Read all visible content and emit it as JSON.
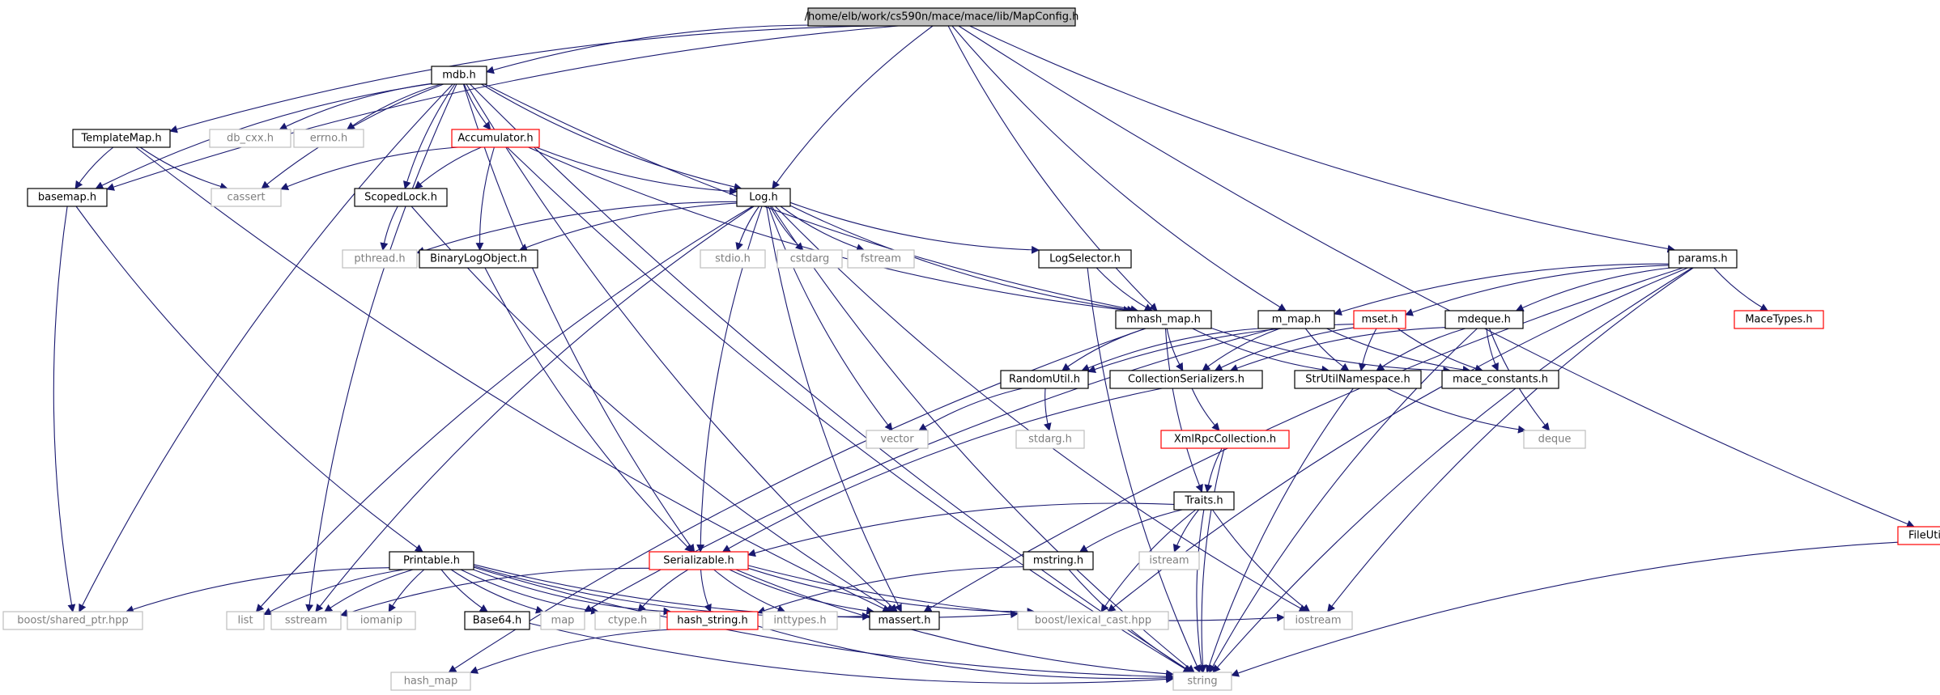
{
  "colors": {
    "edge": "#191970",
    "border_default": "#000000",
    "border_external": "#bfbfbf",
    "border_incomplete": "#ff0000",
    "root_fill": "#bfbfbf",
    "text_default": "#000000",
    "text_external": "#7f7f7f"
  },
  "nodes": [
    {
      "id": "mapconfig",
      "label": "/home/elb/work/cs590n/mace/mace/lib/MapConfig.h",
      "kind": "root"
    },
    {
      "id": "mdb",
      "label": "mdb.h",
      "kind": "normal"
    },
    {
      "id": "templatemap",
      "label": "TemplateMap.h",
      "kind": "normal"
    },
    {
      "id": "dbcxx",
      "label": "db_cxx.h",
      "kind": "external"
    },
    {
      "id": "errno",
      "label": "errno.h",
      "kind": "external"
    },
    {
      "id": "accumulator",
      "label": "Accumulator.h",
      "kind": "incomplete"
    },
    {
      "id": "basemap",
      "label": "basemap.h",
      "kind": "normal"
    },
    {
      "id": "cassert",
      "label": "cassert",
      "kind": "external"
    },
    {
      "id": "scopedlock",
      "label": "ScopedLock.h",
      "kind": "normal"
    },
    {
      "id": "logh",
      "label": "Log.h",
      "kind": "normal"
    },
    {
      "id": "pthread",
      "label": "pthread.h",
      "kind": "external"
    },
    {
      "id": "binarylog",
      "label": "BinaryLogObject.h",
      "kind": "normal"
    },
    {
      "id": "stdio",
      "label": "stdio.h",
      "kind": "external"
    },
    {
      "id": "cstdarg",
      "label": "cstdarg",
      "kind": "external"
    },
    {
      "id": "fstream",
      "label": "fstream",
      "kind": "external"
    },
    {
      "id": "logselector",
      "label": "LogSelector.h",
      "kind": "normal"
    },
    {
      "id": "params",
      "label": "params.h",
      "kind": "normal"
    },
    {
      "id": "macetypes",
      "label": "MaceTypes.h",
      "kind": "incomplete"
    },
    {
      "id": "mhashmap",
      "label": "mhash_map.h",
      "kind": "normal"
    },
    {
      "id": "mmap",
      "label": "m_map.h",
      "kind": "normal"
    },
    {
      "id": "mset",
      "label": "mset.h",
      "kind": "incomplete"
    },
    {
      "id": "mdeque",
      "label": "mdeque.h",
      "kind": "normal"
    },
    {
      "id": "randomutil",
      "label": "RandomUtil.h",
      "kind": "normal"
    },
    {
      "id": "collser",
      "label": "CollectionSerializers.h",
      "kind": "normal"
    },
    {
      "id": "strutil",
      "label": "StrUtilNamespace.h",
      "kind": "normal"
    },
    {
      "id": "maceconst",
      "label": "mace_constants.h",
      "kind": "normal"
    },
    {
      "id": "vector",
      "label": "vector",
      "kind": "external"
    },
    {
      "id": "stdarg",
      "label": "stdarg.h",
      "kind": "external"
    },
    {
      "id": "deque",
      "label": "deque",
      "kind": "external"
    },
    {
      "id": "xmlrpc",
      "label": "XmlRpcCollection.h",
      "kind": "incomplete"
    },
    {
      "id": "traits",
      "label": "Traits.h",
      "kind": "normal"
    },
    {
      "id": "fileutil",
      "label": "FileUtil.h",
      "kind": "incomplete"
    },
    {
      "id": "istream",
      "label": "istream",
      "kind": "external"
    },
    {
      "id": "mstring",
      "label": "mstring.h",
      "kind": "normal"
    },
    {
      "id": "printable",
      "label": "Printable.h",
      "kind": "normal"
    },
    {
      "id": "serializable",
      "label": "Serializable.h",
      "kind": "incomplete"
    },
    {
      "id": "boostshared",
      "label": "boost/shared_ptr.hpp",
      "kind": "external"
    },
    {
      "id": "list",
      "label": "list",
      "kind": "external"
    },
    {
      "id": "sstream",
      "label": "sstream",
      "kind": "external"
    },
    {
      "id": "iomanip",
      "label": "iomanip",
      "kind": "external"
    },
    {
      "id": "base64",
      "label": "Base64.h",
      "kind": "normal"
    },
    {
      "id": "map",
      "label": "map",
      "kind": "external"
    },
    {
      "id": "ctype",
      "label": "ctype.h",
      "kind": "external"
    },
    {
      "id": "hashstring",
      "label": "hash_string.h",
      "kind": "incomplete"
    },
    {
      "id": "inttypes",
      "label": "inttypes.h",
      "kind": "external"
    },
    {
      "id": "massert",
      "label": "massert.h",
      "kind": "normal"
    },
    {
      "id": "boostlex",
      "label": "boost/lexical_cast.hpp",
      "kind": "external"
    },
    {
      "id": "iostream",
      "label": "iostream",
      "kind": "external"
    },
    {
      "id": "hashmap",
      "label": "hash_map",
      "kind": "external"
    },
    {
      "id": "string",
      "label": "string",
      "kind": "external"
    }
  ]
}
